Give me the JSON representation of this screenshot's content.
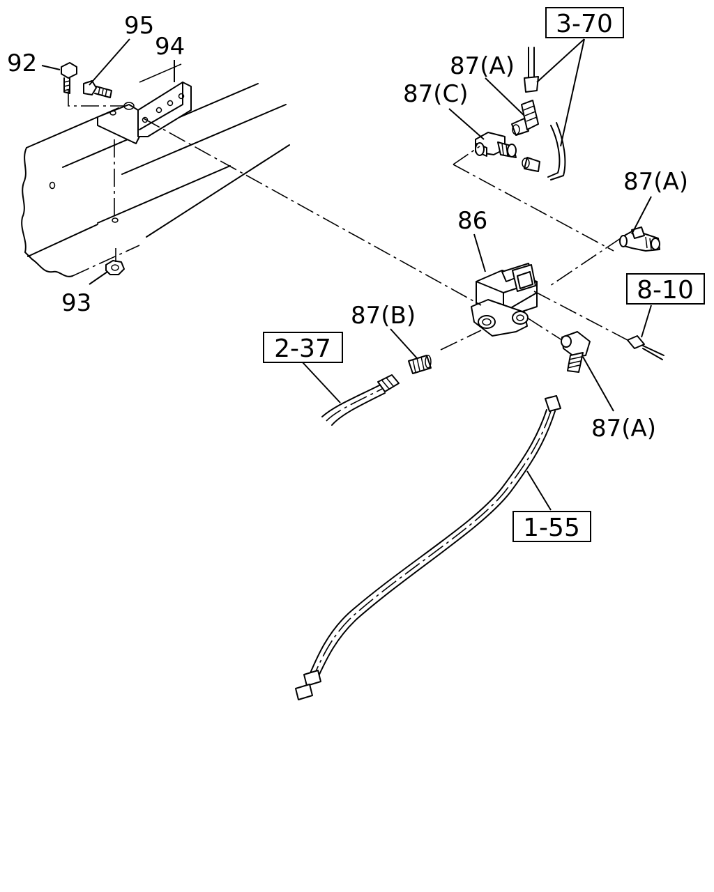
{
  "labels": {
    "p92": "92",
    "p95": "95",
    "p94": "94",
    "p93": "93",
    "p86": "86",
    "p87a_top": "87(A)",
    "p87c": "87(C)",
    "p87a_right": "87(A)",
    "p87b": "87(B)",
    "p87a_bottom": "87(A)"
  },
  "references": {
    "r370": "3-70",
    "r810": "8-10",
    "r237": "2-37",
    "r155": "1-55"
  }
}
